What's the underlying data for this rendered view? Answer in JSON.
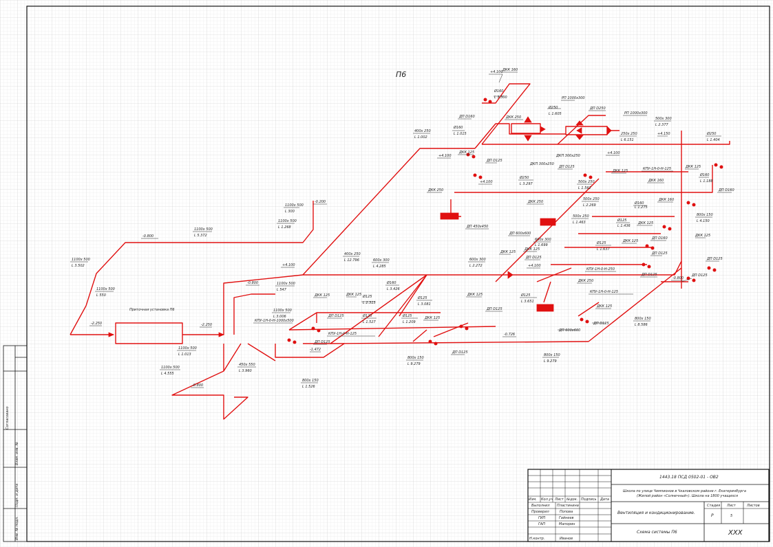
{
  "drawing": {
    "system_title": "П6",
    "unit_label": "Приточная установка П6"
  },
  "elevations": {
    "top_4100": "+4.100",
    "mid_4100": "+4.100",
    "left_4100": "+4.100",
    "right_4100": "+4.100",
    "r_4150": "+4.150",
    "r2_4100": "+4.100",
    "minus_0200": "-0.200",
    "minus_0800_a": "-0.800",
    "minus_0800_b": "-0.800",
    "minus_0800_c": "-0.800",
    "minus_2250_a": "-2.250",
    "minus_2250_b": "-2.250",
    "minus_1472": "-1.472",
    "minus_0726": "-0.726",
    "minus_0800_r": "-0.800"
  },
  "labels": {
    "dkk160_top": "ДКК 160",
    "d160_top": "Ø160",
    "l3300": "L 3.300",
    "dp_d160_a": "ДП D160",
    "d250_a": "Ø250",
    "l1605": "L 1.605",
    "rp_1000x300_a": "РП 1000х300",
    "dp_d250": "ДП D250",
    "rp_1000x300_b": "РП 1000х300",
    "s500x300": "500х 300",
    "l2377": "L 2.377",
    "dkk250_a": "ДКК 250",
    "d160_b": "Ø160",
    "l1015": "L 1.015",
    "s400x250": "400х 250",
    "l1002": "L 1.002",
    "dkk125_a": "ДКК 125",
    "dkp_300x250_a": "ДКП 300х250",
    "dp_d125_a": "ДП D125",
    "s250x250": "250х 250",
    "l6151": "L 6.151",
    "d250_b": "Ø250",
    "l1404": "L 1.404",
    "dkp_300x250_b": "ДКП 300х250",
    "dp_d125_b": "ДП D125",
    "dkk125_b": "ДКК 125",
    "kpu_125_a": "КПУ-1Н-0-Н-125",
    "dkk125_c": "ДКК 125",
    "d250_c": "Ø250",
    "l3297": "L 3.297",
    "s500x250": "500х 250",
    "l1562": "L 1.562",
    "dkk160_b": "ДКК 160",
    "d160_c": "Ø160",
    "l1188": "L 1.188",
    "dp_d160_b": "ДП D160",
    "dkk250_b": "ДКК 250",
    "dp_450x450": "ДП 450х450",
    "s1100x500_a": "1100х 500",
    "l300": "L 300",
    "s1100x500_b": "1100х 500",
    "l1268": "L 1.268",
    "s1100x500_c": "1100х 500",
    "l5372": "L 5.372",
    "dkk250_c": "ДКК 250",
    "s500x250_b": "500х 250",
    "l2269": "L 2.269",
    "d160_d": "Ø160",
    "l1275": "L 1.275",
    "dkk160_c": "ДКК 160",
    "s800x150_a": "800х 150",
    "l4150": "L 4.150",
    "s500x250_c": "500х 250",
    "l1463": "L 1.463",
    "d125_a": "Ø125",
    "l1436": "L 1.436",
    "dkk125_d": "ДКК 125",
    "dp_600x600_a": "ДП 600х600",
    "s600x300_a": "600х 300",
    "l1699": "L 1.699",
    "dp_d160_c": "ДП D160",
    "d125_b": "Ø125",
    "l1637": "L 1.637",
    "dkk125_e": "ДКК 125",
    "dp_d125_c": "ДП D125",
    "dkk125_f": "ДКК 125",
    "s1100x500_d": "1100х 500",
    "l3502": "L 3.502",
    "s400x250_b": "400х 250",
    "l12796": "L 12.796",
    "s600x300_b": "600х 300",
    "l4285": "L 4.285",
    "s600x300_c": "600х 300",
    "l2272": "L 2.272",
    "dkk125_g": "ДКК 125",
    "dp_d125_d": "ДП D125",
    "kpu_250": "КПУ-1Н-0-Н-250",
    "dp_d125_e": "ДП D125",
    "dp_d125_f": "ДП D125",
    "s1100x500_e": "1100х 500",
    "l550": "L 550",
    "s1100x500_f": "1100х 500",
    "l547": "L 547",
    "d160_e": "Ø160",
    "l3426": "L 3.426",
    "d125_c": "Ø125",
    "l3651": "L 3.651",
    "dkk250_d": "ДКК 250",
    "kpu_125_b": "КПУ-1Н-0-Н-125",
    "dkk125_h": "ДКК 125",
    "dkk125_i": "ДКК 125",
    "d125_d": "Ø125",
    "l2313": "L 2.313",
    "d125_e": "Ø125",
    "l3081": "L 3.081",
    "dkk125_j": "ДКК 125",
    "s1100x500_g": "1100х 500",
    "l3006": "L 3.006",
    "kpu_1000x500": "КПУ-1Н-0-Н-1000х500",
    "dp_d125_g": "ДП D125",
    "d125_f": "Ø125",
    "l1527": "L 1.527",
    "d125_g": "Ø125",
    "l1209": "L 1.209",
    "dkk125_k": "ДКК 125",
    "dp_d125_h": "ДП D125",
    "kpu_125_c": "КПУ-1Н-0-Н-125",
    "dp_600x600_b": "ДП 600х600",
    "dp_d125_i": "ДП D125",
    "s800x150_b": "800х 150",
    "l8586": "L 8.586",
    "s1100x500_h": "1100х 500",
    "l1013": "L 1.013",
    "dp_d125_j": "ДП D125",
    "dp_d125_k": "ДП D125",
    "s800x150_c": "800х 150",
    "l9279_a": "L 9.279",
    "s800x150_d": "800х 150",
    "l9279_b": "L 9.279",
    "s1100x500_i": "1100х 500",
    "l4555": "L 4.555",
    "s450x550": "450х 550",
    "l3960": "L 3.960",
    "s800x150_e": "800х 150",
    "l1526": "L 1.526",
    "dkk125_l": "ДКК 125",
    "dp_d125_l": "ДП D125"
  },
  "side_stamp": {
    "soglasovano": "Согласовано",
    "vzam_inv": "Взам. инв. №",
    "podp_data": "Подп. и дата",
    "inv_podl": "Инв. № подл."
  },
  "title_block": {
    "doc_code": "1443.18 ПСД 0502-01 - ОВ2",
    "project_line1": "Школа по улице Чемпионов в Чкаловском районе г. Екатеринбурга",
    "project_line2": "(Жилой район «Солнечный»). Школа на 1800 учащихся",
    "section": "Вентиляция и кондиционирование.",
    "sheet_name": "Схема системы П6",
    "stage_h": "Стадия",
    "sheet_h": "Лист",
    "sheets_h": "Листов",
    "stage": "Р",
    "sheet": "5",
    "org": "XXX",
    "hdr_izm": "Изм.",
    "hdr_kol": "Кол.уч",
    "hdr_list": "Лист",
    "hdr_ndok": "№док.",
    "hdr_podp": "Подпись",
    "hdr_data": "Дата",
    "r1_role": "Выполнил",
    "r1_name": "Пластинина",
    "r2_role": "Проверил",
    "r2_name": "Попова",
    "r3_role": "ГИП",
    "r3_name": "Гайнеев",
    "r4_role": "ГАП",
    "r4_name": "Мапорин",
    "r5_role": "Н.контр.",
    "r5_name": "Иванов"
  },
  "colors": {
    "duct": "#e01010",
    "grid": "#d8d8d8",
    "frame": "#111111"
  }
}
